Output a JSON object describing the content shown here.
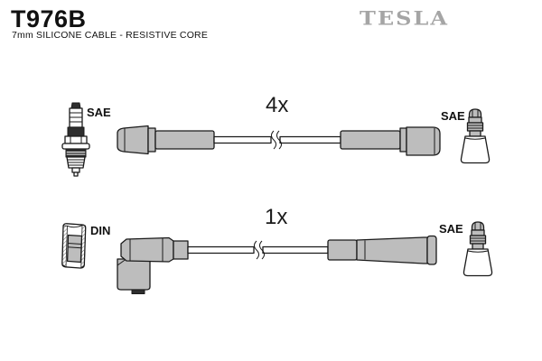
{
  "header": {
    "part_number": "T976B",
    "subtitle": "7mm SILICONE CABLE - RESISTIVE CORE",
    "brand_logo": "TESLA"
  },
  "colors": {
    "background": "#ffffff",
    "text": "#111111",
    "outline": "#1a1a1a",
    "part_fill": "#bdbdbd",
    "dark_detail": "#2e2e2e",
    "brand_gray": "#a5a5a5"
  },
  "kit": {
    "rows": [
      {
        "quantity": "4x",
        "left_end": {
          "label": "SAE",
          "connector": "spark-plug"
        },
        "right_end": {
          "label": "SAE",
          "connector": "sae-terminal"
        },
        "boot": "straight"
      },
      {
        "quantity": "1x",
        "left_end": {
          "label": "DIN",
          "connector": "din-socket"
        },
        "right_end": {
          "label": "SAE",
          "connector": "sae-terminal"
        },
        "boot": "elbow-90"
      }
    ]
  }
}
